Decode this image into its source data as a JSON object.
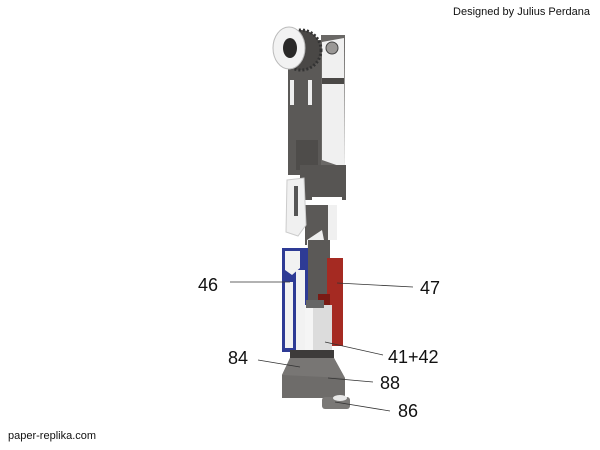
{
  "credit": "Designed by Julius Perdana",
  "website": "paper-replika.com",
  "part_labels": {
    "p46": "46",
    "p47": "47",
    "p41_42": "41+42",
    "p84": "84",
    "p88": "88",
    "p86": "86"
  },
  "colors": {
    "body_dark": "#5b5957",
    "panel_white": "#f2f2f2",
    "blue": "#2e3b95",
    "red": "#a52a22",
    "base_gray": "#6e6c6a",
    "silver": "#d8d8d8"
  }
}
